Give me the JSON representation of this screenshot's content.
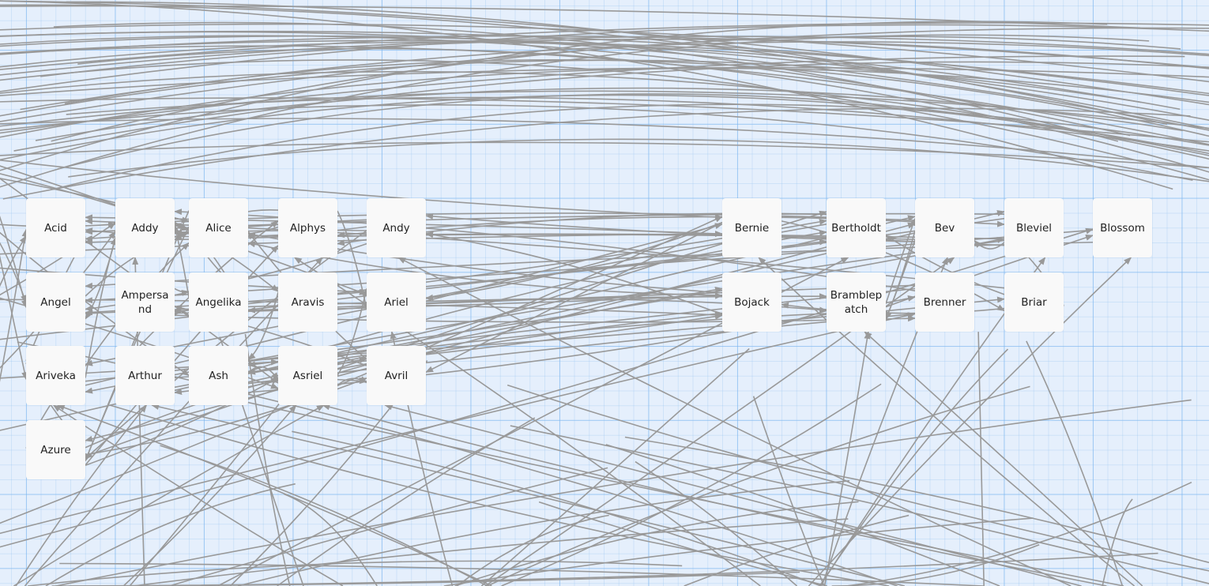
{
  "graph": {
    "edge_color": "#999999",
    "node_background": "#f9f9f9",
    "canvas_background": "#e5effc",
    "left_group": [
      [
        "Acid",
        "Addy",
        "Alice",
        "Alphys",
        "Andy"
      ],
      [
        "Angel",
        "Ampersand",
        "Angelika",
        "Aravis",
        "Ariel"
      ],
      [
        "Ariveka",
        "Arthur",
        "Ash",
        "Asriel",
        "Avril"
      ],
      [
        "Azure"
      ]
    ],
    "right_group": [
      [
        "Bernie",
        "Bertholdt",
        "Bev",
        "Bleviel",
        "Blossom"
      ],
      [
        "Bojack",
        "Bramblepatch",
        "Brenner",
        "Briar"
      ]
    ]
  }
}
